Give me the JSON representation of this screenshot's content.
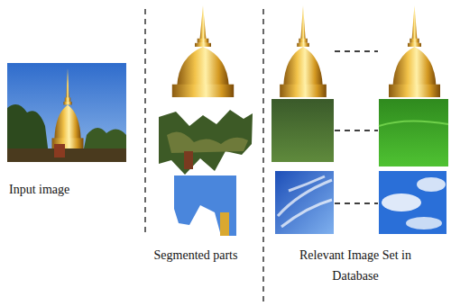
{
  "diagram": {
    "labels": [
      "Input image",
      "Segmented parts",
      "Relevant Image Set in Database"
    ]
  }
}
